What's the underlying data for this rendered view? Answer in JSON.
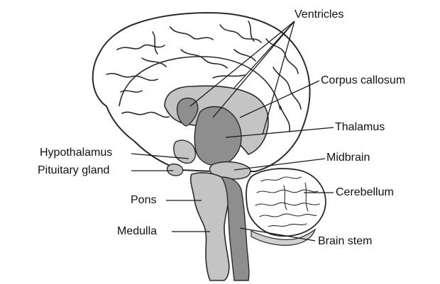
{
  "labels": {
    "ventricles": "Ventricles",
    "corpus_callosum": "Corpus callosum",
    "thalamus": "Thalamus",
    "hypothalamus": "Hypothalamus",
    "pituitary_gland": "Pituitary gland",
    "midbrain": "Midbrain",
    "cerebellum": "Cerebellum",
    "pons": "Pons",
    "medulla": "Medulla",
    "brain_stem": "Brain stem"
  },
  "colors": {
    "outline": "#2a2a2a",
    "cerebrum_fill": "#ffffff",
    "light_gray": "#c4c4c4",
    "dark_gray": "#8e8e8e",
    "leader_line": "#1a1a1a"
  }
}
